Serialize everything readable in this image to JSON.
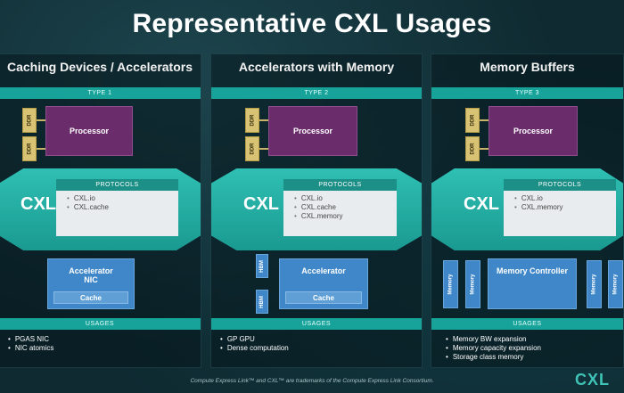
{
  "title": "Representative CXL Usages",
  "columns": [
    {
      "heading": "Caching Devices / Accelerators",
      "type_label": "TYPE 1",
      "ddr_labels": [
        "DDR",
        "DDR"
      ],
      "processor": "Processor",
      "cxl_label": "CXL",
      "protocols_heading": "PROTOCOLS",
      "protocols": [
        "CXL.io",
        "CXL.cache"
      ],
      "device_title": [
        "Accelerator",
        "NIC"
      ],
      "cache_label": "Cache",
      "usages_heading": "USAGES",
      "usages": [
        "PGAS NIC",
        "NIC atomics"
      ]
    },
    {
      "heading": "Accelerators with Memory",
      "type_label": "TYPE 2",
      "ddr_labels": [
        "DDR",
        "DDR"
      ],
      "processor": "Processor",
      "cxl_label": "CXL",
      "protocols_heading": "PROTOCOLS",
      "protocols": [
        "CXL.io",
        "CXL.cache",
        "CXL.memory"
      ],
      "hbm_labels": [
        "HBM",
        "HBM"
      ],
      "device_title": [
        "Accelerator"
      ],
      "cache_label": "Cache",
      "usages_heading": "USAGES",
      "usages": [
        "GP GPU",
        "Dense computation"
      ]
    },
    {
      "heading": "Memory Buffers",
      "type_label": "TYPE 3",
      "ddr_labels": [
        "DDR",
        "DDR"
      ],
      "processor": "Processor",
      "cxl_label": "CXL",
      "protocols_heading": "PROTOCOLS",
      "protocols": [
        "CXL.io",
        "CXL.memory"
      ],
      "memory_labels": [
        "Memory",
        "Memory",
        "Memory",
        "Memory"
      ],
      "device_title": [
        "Memory Controller"
      ],
      "usages_heading": "USAGES",
      "usages": [
        "Memory BW expansion",
        "Memory capacity expansion",
        "Storage class memory"
      ]
    }
  ],
  "footer": "Compute Express Link™ and CXL™ are trademarks of the Compute Express Link Consortium.",
  "logo": "CXL"
}
